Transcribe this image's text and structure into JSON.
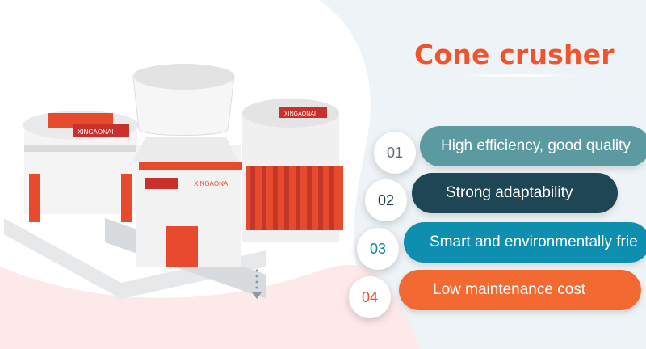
{
  "title": "Cone crusher",
  "features": [
    {
      "number": "01",
      "label": "High efficiency, good quality",
      "color": "#5b9aa0",
      "num_color": "#5c6f7f"
    },
    {
      "number": "02",
      "label": "Strong adaptability",
      "color": "#1f4654",
      "num_color": "#1f3a48"
    },
    {
      "number": "03",
      "label": "Smart and environmentally frie",
      "color": "#0e8fb0",
      "num_color": "#0e84a8"
    },
    {
      "number": "04",
      "label": "Low maintenance cost",
      "color": "#f26a32",
      "num_color": "#e8532a"
    }
  ],
  "machines": {
    "brand_label": "XINGAONAI",
    "accent_color": "#e74a2c"
  }
}
